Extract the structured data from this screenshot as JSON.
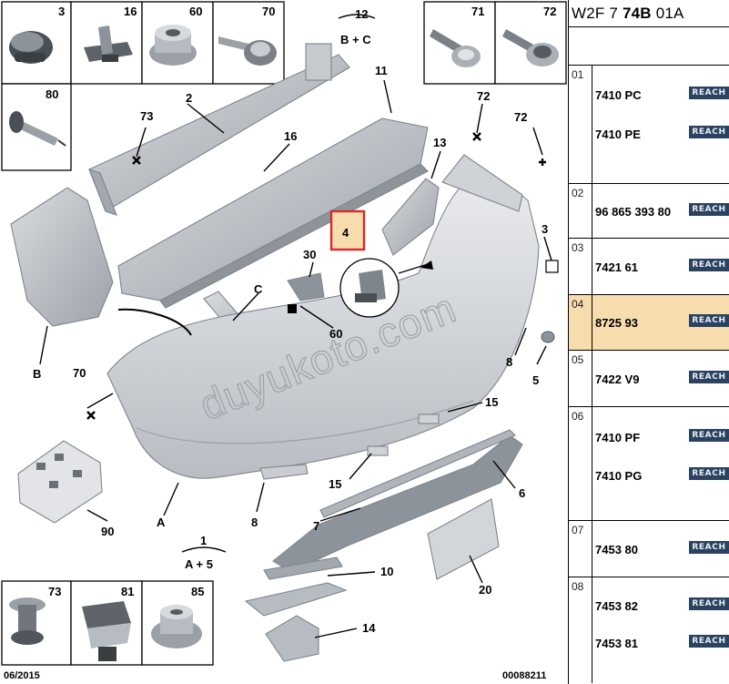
{
  "header": {
    "code_pre": "W2F 7 ",
    "code_bold": "74B",
    "code_post": " 01A"
  },
  "badge_label": "REACH",
  "rows": [
    {
      "index": "01",
      "refs": [
        "7410 PC",
        "7410 PE"
      ]
    },
    {
      "index": "02",
      "refs": [
        "96 865 393 80"
      ]
    },
    {
      "index": "03",
      "refs": [
        "7421 61"
      ]
    },
    {
      "index": "04",
      "refs": [
        "8725 93"
      ],
      "highlighted": true
    },
    {
      "index": "05",
      "refs": [
        "7422 V9"
      ]
    },
    {
      "index": "06",
      "refs": [
        "7410 PF",
        "7410 PG"
      ]
    },
    {
      "index": "07",
      "refs": [
        "7453 80"
      ]
    },
    {
      "index": "08",
      "refs": [
        "7453 82",
        "7453 81"
      ]
    }
  ],
  "diagram": {
    "thumbs": {
      "t3": "3",
      "t16": "16",
      "t60": "60",
      "t70": "70",
      "t71": "71",
      "t72": "72",
      "t80": "80",
      "b73": "73",
      "b81": "81",
      "b85": "85"
    },
    "callouts": {
      "c12_top": "12",
      "c12_bot": "B + C",
      "c11": "11",
      "c2": "2",
      "c73": "73",
      "c16": "16",
      "c72a": "72",
      "c72b": "72",
      "c13": "13",
      "c3": "3",
      "c4": "4",
      "c30": "30",
      "c60": "60",
      "cC": "C",
      "cB": "B",
      "c70": "70",
      "c8a": "8",
      "c5": "5",
      "c15a": "15",
      "c15b": "15",
      "c6": "6",
      "c7": "7",
      "c90": "90",
      "cA": "A",
      "c8b": "8",
      "c1_top": "1",
      "c1_bot": "A + 5",
      "c10": "10",
      "c20": "20",
      "c14": "14"
    },
    "watermark": "duyukoto.com",
    "footer_left": "06/2015",
    "footer_right": "00088211",
    "highlight_color": "#d62b2b",
    "highlight_fill": "#f7dcae"
  }
}
